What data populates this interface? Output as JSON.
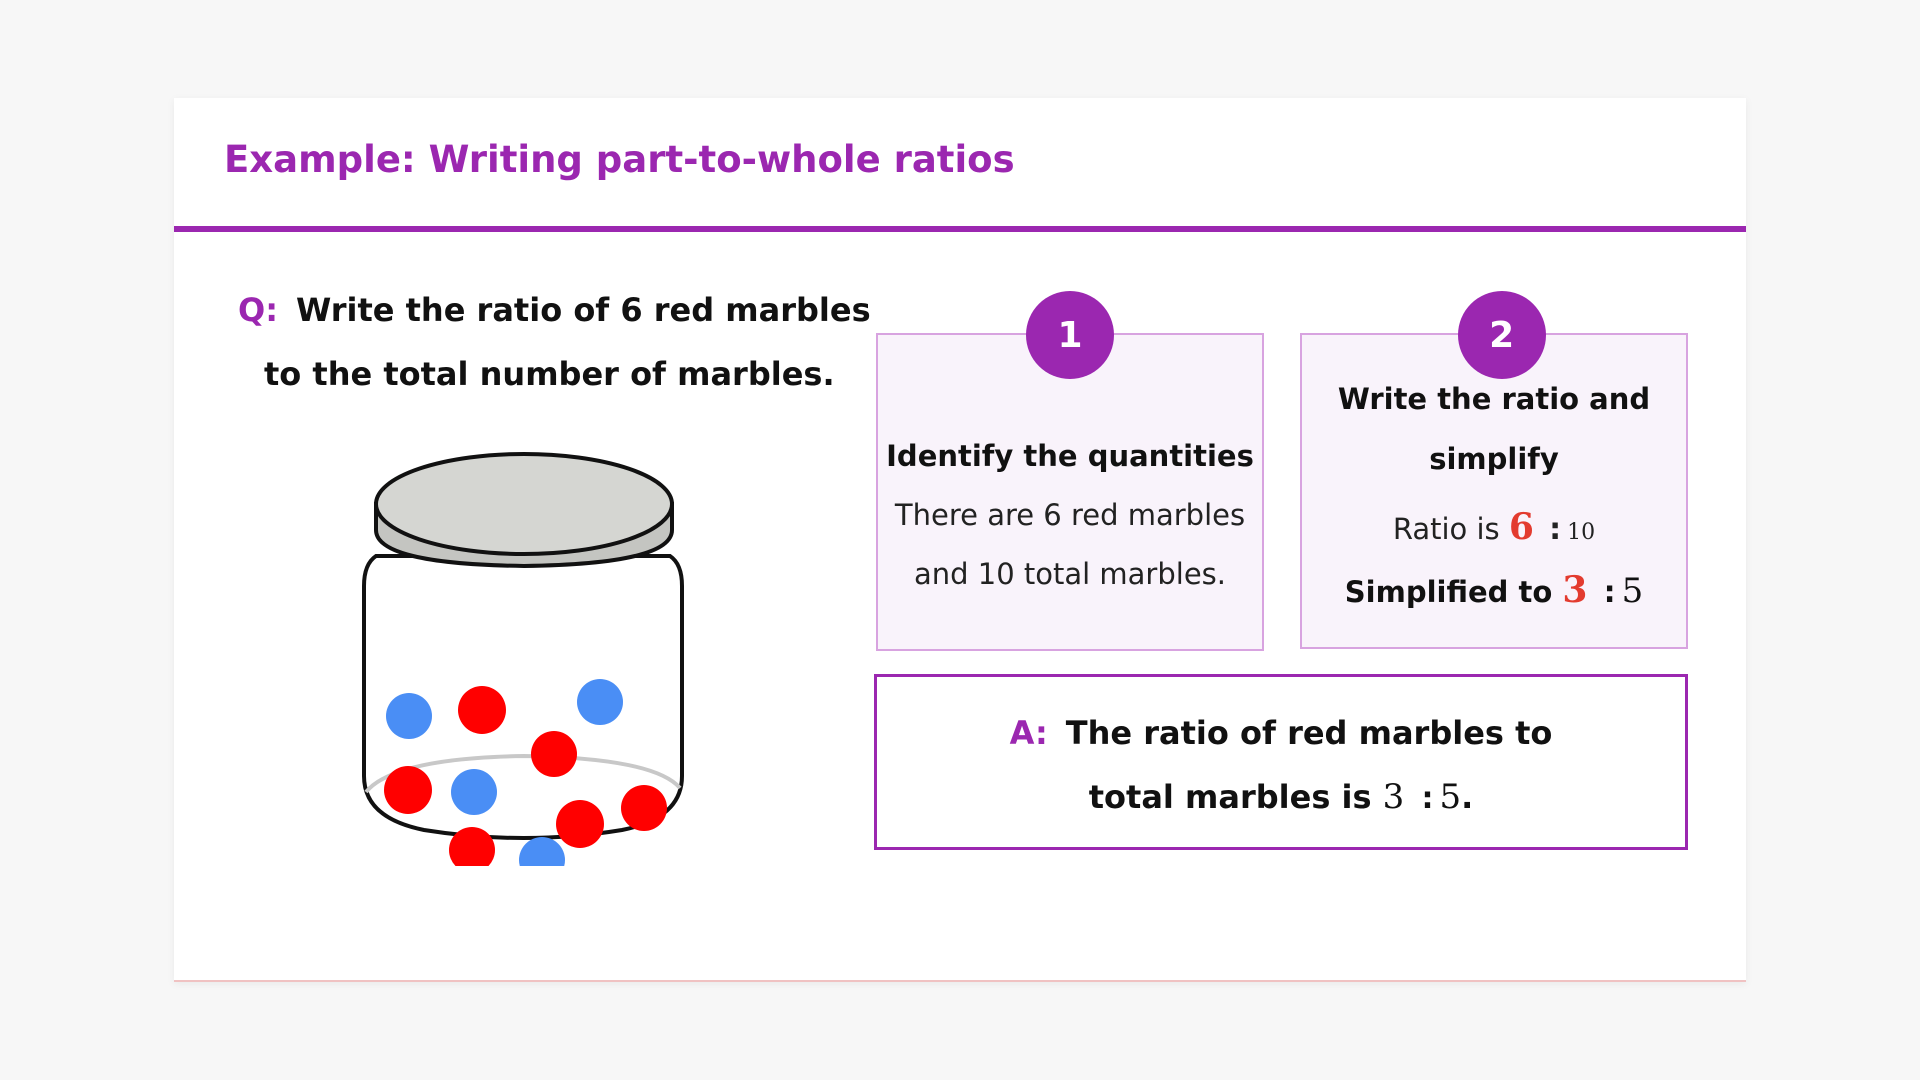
{
  "header": {
    "title": "Example: Writing part-to-whole ratios"
  },
  "question": {
    "label": "Q:",
    "line1": "Write the ratio of 6 red marbles",
    "line2": "to the total number of marbles."
  },
  "steps": [
    {
      "number": "1",
      "heading": "Identify the quantities",
      "body_line1": "There are 6 red marbles",
      "body_line2": "and 10 total marbles."
    },
    {
      "number": "2",
      "heading": "Write the ratio and simplify",
      "ratio_prefix": "Ratio is",
      "ratio_part": "6",
      "ratio_colon": ":",
      "ratio_whole": "10",
      "simplified_prefix": "Simplified to",
      "simplified_part": "3",
      "simplified_colon": ":",
      "simplified_whole": "5"
    }
  ],
  "answer": {
    "label": "A:",
    "line1": "The ratio of red marbles to",
    "line2_prefix": "total marbles is",
    "ratio_part": "3",
    "colon": ":",
    "ratio_whole": "5",
    "end": "."
  },
  "colors": {
    "accent": "#9b27b0",
    "red_marble": "#ff0000",
    "blue_marble": "#4a8ef5",
    "lid": "#d5d6d2",
    "highlight_red": "#e33b2f"
  }
}
